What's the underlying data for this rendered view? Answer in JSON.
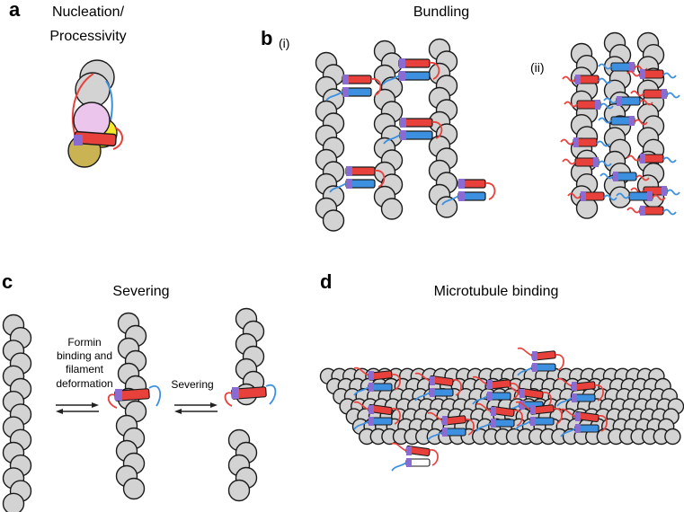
{
  "panels": {
    "a": {
      "letter": "a",
      "title_line1": "Nucleation/",
      "title_line2": "Processivity"
    },
    "b": {
      "letter": "b",
      "title": "Bundling",
      "sub_i": "(i)",
      "sub_ii": "(ii)"
    },
    "c": {
      "letter": "c",
      "title": "Severing",
      "step1_line1": "Formin",
      "step1_line2": "binding and",
      "step1_line3": "filament",
      "step1_line4": "deformation",
      "step2": "Severing"
    },
    "d": {
      "letter": "d",
      "title": "Microtubule binding"
    }
  },
  "colors": {
    "actin": "#d3d3d3",
    "outline": "#1a1a1a",
    "fh2_red": "#e8413c",
    "fh2_blue": "#3d8fe0",
    "linker_purple": "#8a6bd1",
    "profilin_pink": "#ecc5ec",
    "actin_yellow": "#f2ea2a",
    "actin_olive": "#c9b352"
  },
  "icons": [
    "actin-subunit",
    "formin-dimer",
    "equilibrium-arrows"
  ]
}
